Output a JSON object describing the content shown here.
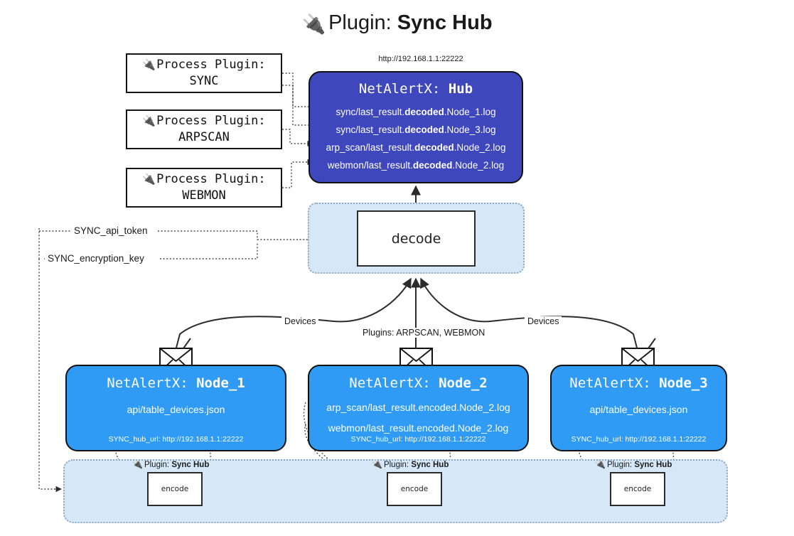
{
  "title": {
    "icon": "plug-icon",
    "prefix": "Plugin: ",
    "name": "Sync Hub"
  },
  "hub": {
    "url": "http://192.168.1.1:22222",
    "title_prefix": "NetAlertX: ",
    "title_name": "Hub",
    "logs": [
      {
        "pre": "sync/last_result.",
        "mid": "decoded",
        "post": ".Node_1.log"
      },
      {
        "pre": "sync/last_result.",
        "mid": "decoded",
        "post": ".Node_3.log"
      },
      {
        "pre": "arp_scan/last_result.",
        "mid": "decoded",
        "post": ".Node_2.log"
      },
      {
        "pre": "webmon/last_result.",
        "mid": "decoded",
        "post": ".Node_2.log"
      }
    ]
  },
  "process_plugins": [
    {
      "icon": "plug-icon",
      "line1": "Process Plugin:",
      "line2": "SYNC"
    },
    {
      "icon": "plug-icon",
      "line1": "Process Plugin:",
      "line2": "ARPSCAN"
    },
    {
      "icon": "plug-icon",
      "line1": "Process Plugin:",
      "line2": "WEBMON"
    }
  ],
  "decode": {
    "label": "decode"
  },
  "env_labels": {
    "api_token": "SYNC_api_token",
    "encryption_key": "SYNC_encryption_key"
  },
  "edge_labels": {
    "devices_left": "Devices",
    "devices_right": "Devices",
    "plugins_center": "Plugins: ARPSCAN, WEBMON"
  },
  "nodes": [
    {
      "title_prefix": "NetAlertX: ",
      "title_name": "Node_1",
      "lines": [
        "api/table_devices.json"
      ],
      "footer": "SYNC_hub_url: http://192.168.1.1:22222",
      "envelope_icon": "envelope-icon"
    },
    {
      "title_prefix": "NetAlertX: ",
      "title_name": "Node_2",
      "lines": [
        "arp_scan/last_result.encoded.Node_2.log",
        "webmon/last_result.encoded.Node_2.log"
      ],
      "footer": "SYNC_hub_url: http://192.168.1.1:22222",
      "envelope_icon": "envelope-icon"
    },
    {
      "title_prefix": "NetAlertX: ",
      "title_name": "Node_3",
      "lines": [
        "api/table_devices.json"
      ],
      "footer": "SYNC_hub_url: http://192.168.1.1:22222",
      "envelope_icon": "envelope-icon"
    }
  ],
  "encoders": [
    {
      "tag_icon": "plug-icon",
      "tag_prefix": "Plugin: ",
      "tag_name": "Sync Hub",
      "label": "encode"
    },
    {
      "tag_icon": "plug-icon",
      "tag_prefix": "Plugin: ",
      "tag_name": "Sync Hub",
      "label": "encode"
    },
    {
      "tag_icon": "plug-icon",
      "tag_prefix": "Plugin: ",
      "tag_name": "Sync Hub",
      "label": "encode"
    }
  ],
  "colors": {
    "hub_blue": "#3f47bd",
    "node_blue": "#2f9bf5",
    "band_blue": "#d6e8f7",
    "band_border": "#8fa9bd",
    "stroke": "#2b2b2b",
    "background": "#ffffff"
  }
}
